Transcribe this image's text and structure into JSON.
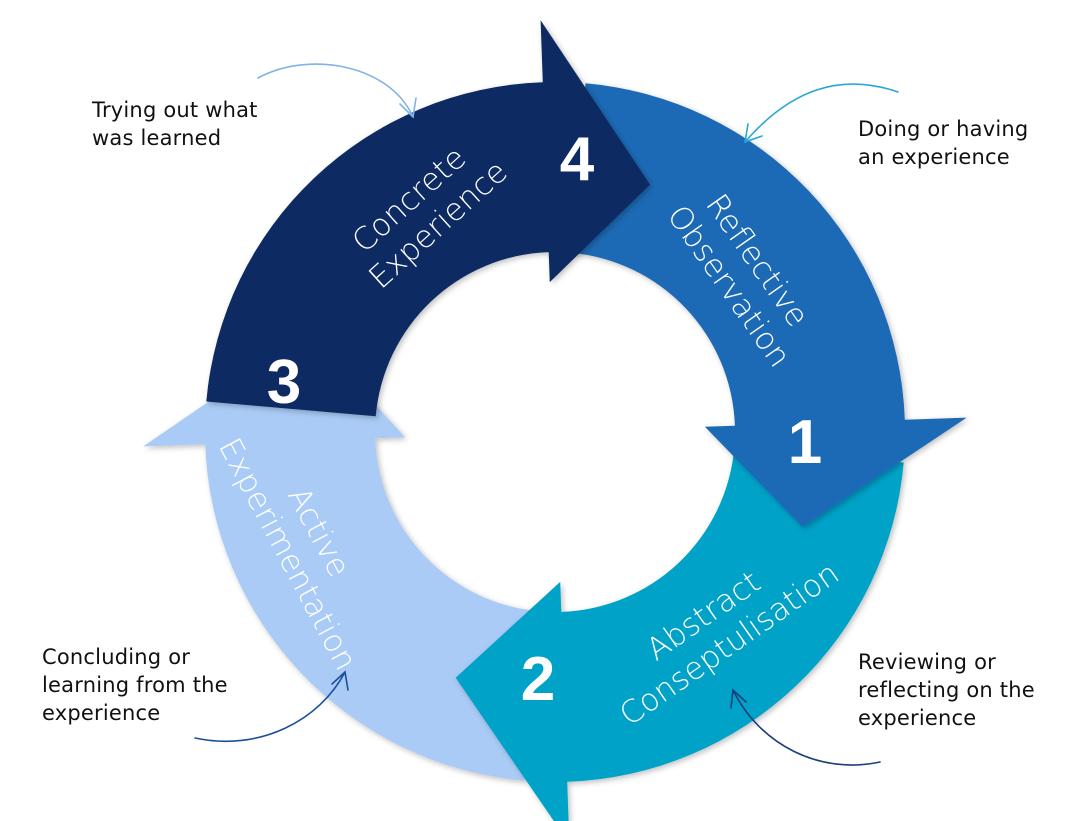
{
  "stages": [
    {
      "number": "1",
      "label_lines": [
        "Reflective",
        "Observation"
      ],
      "color": "#1e6bb5",
      "note_lines": "Doing or having\nan experience"
    },
    {
      "number": "2",
      "label_lines": [
        "Abstract",
        "Conseptulisation"
      ],
      "color": "#03a2c8",
      "note_lines": "Reviewing or\nreflecting on the\nexperience"
    },
    {
      "number": "3",
      "label_lines": [
        "Active",
        "Experimentation"
      ],
      "color": "#a9cbf5",
      "note_lines": "Concluding or\nlearning from the\nexperience"
    },
    {
      "number": "4",
      "label_lines": [
        "Concrete",
        "Experience"
      ],
      "color": "#0c2c62",
      "note_lines": "Trying out what\nwas learned"
    }
  ],
  "pointer_colors": [
    "#2aa7d6",
    "#1b3f7a",
    "#1b4f9a",
    "#7fb3ea"
  ]
}
